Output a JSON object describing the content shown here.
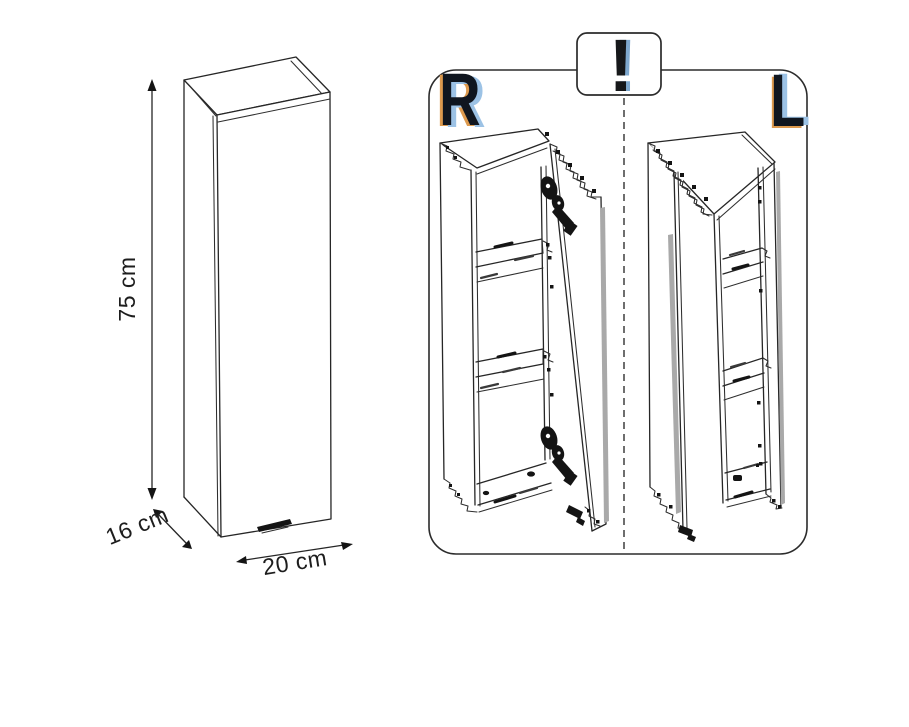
{
  "figure": {
    "height_label": "75 cm",
    "depth_label": "16 cm",
    "width_label": "20 cm"
  },
  "panel": {
    "right_label": "R",
    "left_label": "L",
    "alert_symbol": "!"
  },
  "colors": {
    "line": "#262626",
    "letter_black": "#10161f",
    "letter_shadow_blue": "#9cc2e5",
    "letter_shadow_orange": "#dd9a4e",
    "alert_bar_blue": "#7fa9cf",
    "edge_gray": "#a9a9a9",
    "background": "#ffffff"
  }
}
